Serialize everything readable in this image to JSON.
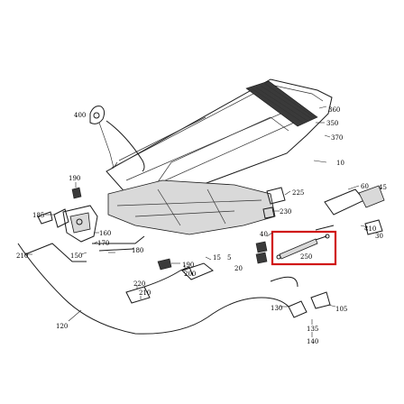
{
  "diagram": {
    "highlight_color": "#d01010",
    "callouts": [
      {
        "id": "c400",
        "text": "400"
      },
      {
        "id": "c360",
        "text": "360"
      },
      {
        "id": "c350",
        "text": "350"
      },
      {
        "id": "c370",
        "text": "370"
      },
      {
        "id": "c10",
        "text": "10"
      },
      {
        "id": "c190",
        "text": "190"
      },
      {
        "id": "c60",
        "text": "60"
      },
      {
        "id": "c45",
        "text": "45"
      },
      {
        "id": "c185",
        "text": "185"
      },
      {
        "id": "c225",
        "text": "225"
      },
      {
        "id": "c230",
        "text": "230"
      },
      {
        "id": "c40",
        "text": "40"
      },
      {
        "id": "c410",
        "text": "410"
      },
      {
        "id": "c30",
        "text": "30"
      },
      {
        "id": "c160",
        "text": "160"
      },
      {
        "id": "c170",
        "text": "170"
      },
      {
        "id": "c180",
        "text": "180"
      },
      {
        "id": "c210a",
        "text": "210"
      },
      {
        "id": "c150",
        "text": "150"
      },
      {
        "id": "c190b",
        "text": "190"
      },
      {
        "id": "c200",
        "text": "200"
      },
      {
        "id": "c15",
        "text": "15"
      },
      {
        "id": "c5",
        "text": "5"
      },
      {
        "id": "c20",
        "text": "20"
      },
      {
        "id": "c250",
        "text": "250"
      },
      {
        "id": "c220",
        "text": "220"
      },
      {
        "id": "c210b",
        "text": "210"
      },
      {
        "id": "c120",
        "text": "120"
      },
      {
        "id": "c130",
        "text": "130"
      },
      {
        "id": "c135",
        "text": "135"
      },
      {
        "id": "c105",
        "text": "105"
      },
      {
        "id": "c140",
        "text": "140"
      }
    ]
  }
}
